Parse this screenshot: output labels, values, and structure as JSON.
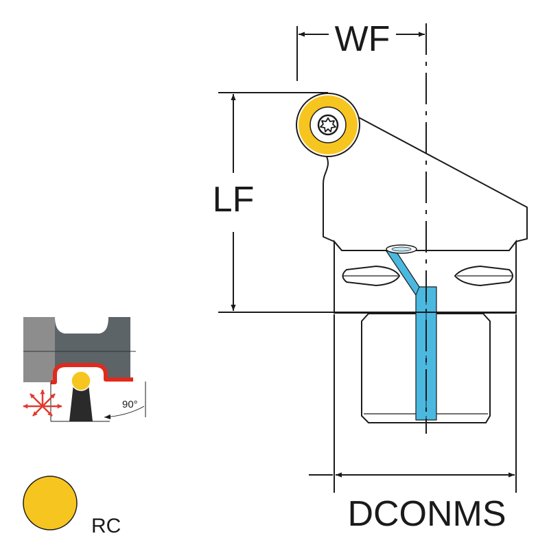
{
  "dimensions": {
    "wf": "WF",
    "lf": "LF",
    "dconms": "DCONMS"
  },
  "machining_icon": {
    "angle_label": "90°"
  },
  "insert_shape": {
    "label": "RC"
  },
  "colors": {
    "insert": "#f7c520",
    "coolant": "#4bb8e0",
    "edge": "#e02a1d",
    "arrow": "#e03a2e",
    "workpiece_light": "#8d8d8d",
    "workpiece_dark": "#5c6468",
    "outline": "#1a1a1a"
  }
}
